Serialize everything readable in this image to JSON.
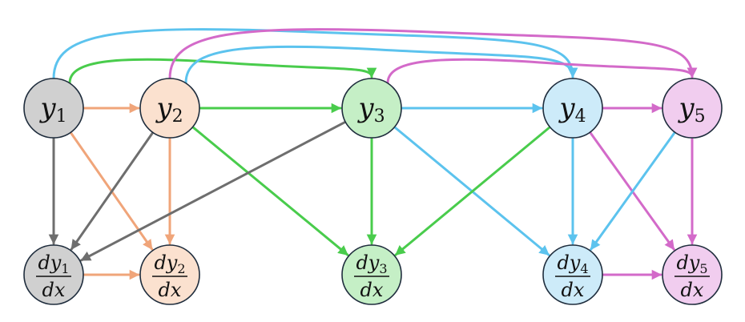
{
  "diagram": {
    "nodes": [
      {
        "id": "y1",
        "var": "y",
        "sub": "1",
        "kind": "state",
        "fill": "#d0d0d0"
      },
      {
        "id": "y2",
        "var": "y",
        "sub": "2",
        "kind": "state",
        "fill": "#fbe1cf"
      },
      {
        "id": "y3",
        "var": "y",
        "sub": "3",
        "kind": "state",
        "fill": "#c5efc6"
      },
      {
        "id": "y4",
        "var": "y",
        "sub": "4",
        "kind": "state",
        "fill": "#cdebf9"
      },
      {
        "id": "y5",
        "var": "y",
        "sub": "5",
        "kind": "state",
        "fill": "#f1cdef"
      },
      {
        "id": "d1",
        "var": "dy",
        "sub": "1",
        "den": "dx",
        "kind": "derivative",
        "fill": "#d0d0d0"
      },
      {
        "id": "d2",
        "var": "dy",
        "sub": "2",
        "den": "dx",
        "kind": "derivative",
        "fill": "#fbe1cf"
      },
      {
        "id": "d3",
        "var": "dy",
        "sub": "3",
        "den": "dx",
        "kind": "derivative",
        "fill": "#c5efc6"
      },
      {
        "id": "d4",
        "var": "dy",
        "sub": "4",
        "den": "dx",
        "kind": "derivative",
        "fill": "#cdebf9"
      },
      {
        "id": "d5",
        "var": "dy",
        "sub": "5",
        "den": "dx",
        "kind": "derivative",
        "fill": "#f1cdef"
      }
    ],
    "edges": [
      {
        "from": "y1",
        "to": "y2",
        "color": "#f0a57a"
      },
      {
        "from": "y1",
        "to": "d1",
        "color": "#6e6e6e"
      },
      {
        "from": "y1",
        "to": "d2",
        "color": "#f0a57a"
      },
      {
        "from": "y1",
        "to": "y3",
        "color": "#49cc4c",
        "arc": "low"
      },
      {
        "from": "y1",
        "to": "y4",
        "color": "#5cc3ee",
        "arc": "high"
      },
      {
        "from": "y2",
        "to": "y3",
        "color": "#49cc4c"
      },
      {
        "from": "y2",
        "to": "d2",
        "color": "#f0a57a"
      },
      {
        "from": "y2",
        "to": "d1",
        "color": "#6e6e6e"
      },
      {
        "from": "y2",
        "to": "d3",
        "color": "#49cc4c"
      },
      {
        "from": "y2",
        "to": "y4",
        "color": "#5cc3ee",
        "arc": "mid"
      },
      {
        "from": "y2",
        "to": "y5",
        "color": "#d36ac9",
        "arc": "high"
      },
      {
        "from": "y3",
        "to": "y4",
        "color": "#5cc3ee"
      },
      {
        "from": "y3",
        "to": "d3",
        "color": "#49cc4c"
      },
      {
        "from": "y3",
        "to": "d1",
        "color": "#6e6e6e"
      },
      {
        "from": "y3",
        "to": "d4",
        "color": "#5cc3ee"
      },
      {
        "from": "y3",
        "to": "y5",
        "color": "#d36ac9",
        "arc": "low"
      },
      {
        "from": "y4",
        "to": "y5",
        "color": "#d36ac9"
      },
      {
        "from": "y4",
        "to": "d4",
        "color": "#5cc3ee"
      },
      {
        "from": "y4",
        "to": "d3",
        "color": "#49cc4c"
      },
      {
        "from": "y4",
        "to": "d5",
        "color": "#d36ac9"
      },
      {
        "from": "y5",
        "to": "d5",
        "color": "#d36ac9"
      },
      {
        "from": "y5",
        "to": "d4",
        "color": "#5cc3ee"
      },
      {
        "from": "d1",
        "to": "d2",
        "color": "#f0a57a"
      },
      {
        "from": "d4",
        "to": "d5",
        "color": "#d36ac9"
      }
    ]
  }
}
